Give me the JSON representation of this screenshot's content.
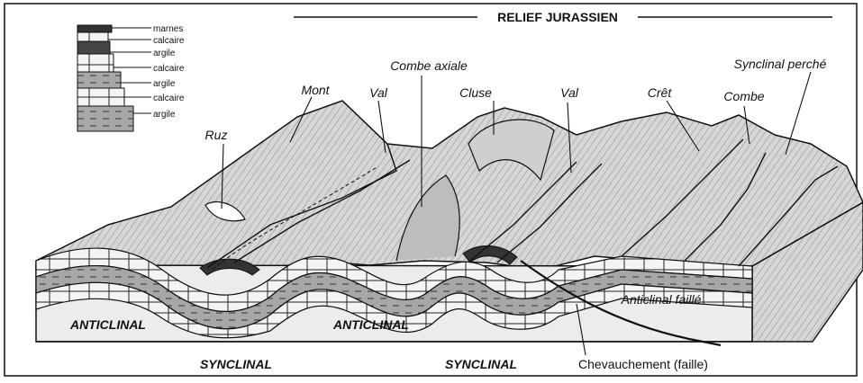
{
  "title": "RELIEF JURASSIEN",
  "legend": {
    "layers": [
      "marnes",
      "calcaire",
      "argile",
      "calcaire",
      "argile",
      "calcaire",
      "argile"
    ]
  },
  "landform_labels": {
    "ruz": "Ruz",
    "mont": "Mont",
    "val_left": "Val",
    "combe_axiale": "Combe axiale",
    "cluse": "Cluse",
    "val_right": "Val",
    "cret": "Crêt",
    "combe": "Combe",
    "synclinal_perche": "Synclinal perché"
  },
  "structure_labels": {
    "anticlinal_left": "ANTICLINAL",
    "anticlinal_mid": "ANTICLINAL",
    "synclinal_left": "SYNCLINAL",
    "synclinal_right": "SYNCLINAL",
    "anticlinal_faille": "Anticlinal faillé",
    "chevauchement": "Chevauchement (faille)"
  },
  "colors": {
    "ink": "#111111",
    "limestone": "#f4f4f4",
    "marl": "#9a9a9a",
    "clay": "#c8c8c8",
    "dark_core": "#3a3a3a",
    "surface": "#d9d9d9"
  }
}
